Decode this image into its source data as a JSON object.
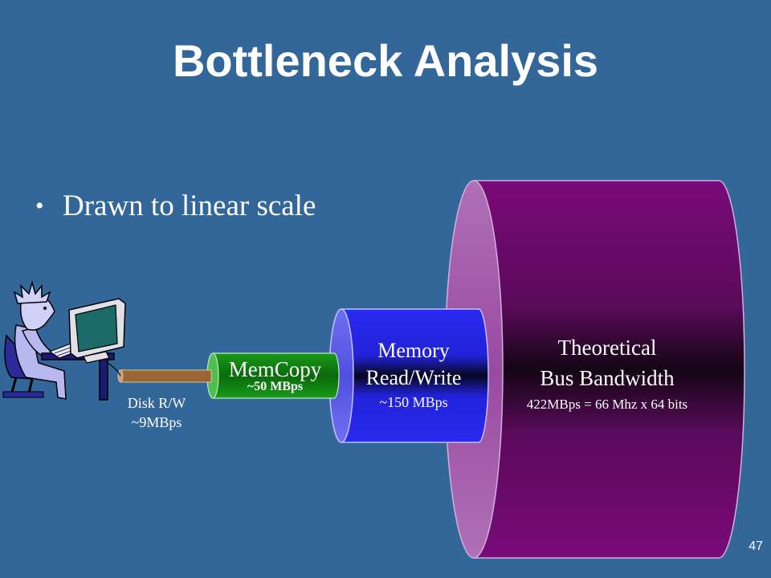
{
  "slide": {
    "title": "Bottleneck Analysis",
    "bullet": "Drawn to linear scale",
    "page_number": "47"
  },
  "pipes": {
    "disk": {
      "label": "Disk R/W",
      "value": "~9MBps",
      "color": "#996633"
    },
    "memcopy": {
      "label": "MemCopy",
      "value": "~50 MBps",
      "color": "#118811"
    },
    "memory": {
      "label_line1": "Memory",
      "label_line2": "Read/Write",
      "value": "~150 MBps",
      "color": "#2a2af0"
    },
    "bus": {
      "label_line1": "Theoretical",
      "label_line2": "Bus Bandwidth",
      "value": "422MBps = 66 Mhz x 64 bits",
      "color": "#7a0a7a"
    }
  },
  "colors": {
    "background": "#336699",
    "text": "#ffffff"
  },
  "icons": [
    "person-at-computer-icon"
  ]
}
